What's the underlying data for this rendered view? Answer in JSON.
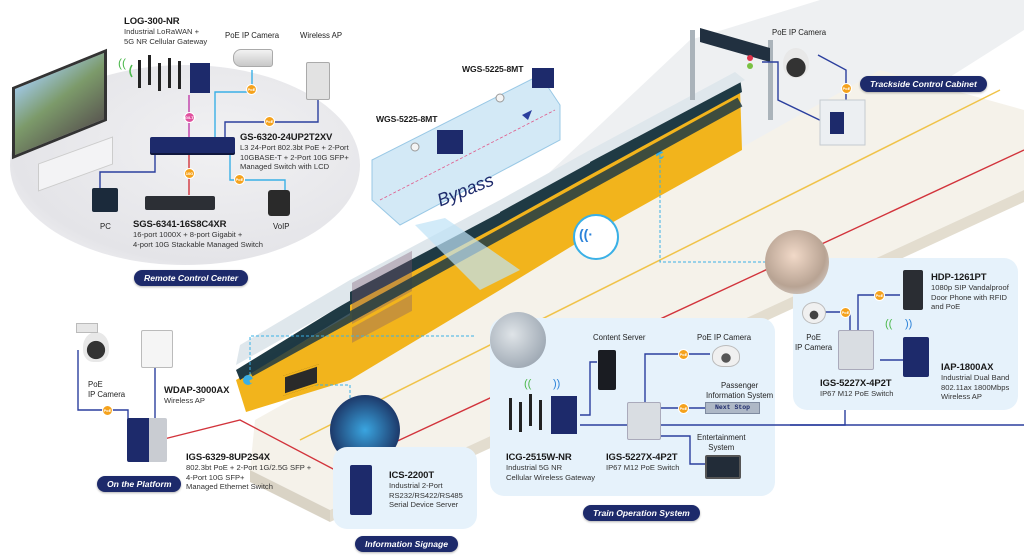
{
  "colors": {
    "pill_bg": "#1d2a6b",
    "link_blue": "#2b3f9e",
    "link_light_blue": "#3ab0e6",
    "link_red": "#d2343c",
    "link_pink": "#c03aa8",
    "poe_badge": "#f5a21c",
    "panel_bg": "#e6f2fb",
    "train_yellow": "#f2b41c",
    "train_dark": "#1f3a44"
  },
  "badges": {
    "poe": "PoE",
    "ten_g": "10G",
    "lte": "5G/LTE"
  },
  "sections": {
    "remote_control_center": "Remote Control Center",
    "trackside_control_cabinet": "Trackside Control Cabinet",
    "on_the_platform": "On the Platform",
    "information_signage": "Information Signage",
    "train_operation_system": "Train Operation System"
  },
  "remote": {
    "gateway": {
      "model": "LOG-300-NR",
      "desc": [
        "Industrial LoRaWAN +",
        "5G NR Cellular Gateway"
      ]
    },
    "camera_label": "PoE IP Camera",
    "ap_label": "Wireless AP",
    "core_switch": {
      "model": "GS-6320-24UP2T2XV",
      "desc": [
        "L3 24-Port 802.3bt PoE + 2-Port",
        "10GBASE-T + 2-Port 10G SFP+",
        "Managed Switch with LCD"
      ]
    },
    "pc_label": "PC",
    "voip_label": "VoIP",
    "stack_switch": {
      "model": "SGS-6341-16S8C4XR",
      "desc": [
        "16-port 1000X + 8-port Gigabit +",
        "4-port 10G Stackable Managed Switch"
      ]
    }
  },
  "bypass": {
    "label": "Bypass",
    "switch_a": "WGS-5225-8MT",
    "switch_b": "WGS-5225-8MT"
  },
  "trackside": {
    "camera_label": "PoE IP Camera"
  },
  "platform": {
    "camera_label": [
      "PoE",
      "IP Camera"
    ],
    "ap": {
      "model": "WDAP-3000AX",
      "desc": [
        "Wireless AP"
      ]
    },
    "switch": {
      "model": "IGS-6329-8UP2S4X",
      "desc": [
        "802.3bt PoE + 2-Port 1G/2.5G SFP +",
        "4-Port 10G SFP+",
        "Managed Ethernet Switch"
      ]
    }
  },
  "signage": {
    "server": {
      "model": "ICS-2200T",
      "desc": [
        "Industrial 2-Port",
        "RS232/RS422/RS485",
        "Serial Device Server"
      ]
    }
  },
  "train_ops": {
    "content_server": "Content Server",
    "camera_label": "PoE IP Camera",
    "pis_label": [
      "Passenger",
      "Information System"
    ],
    "pis_display": "Next Stop",
    "entertainment_label": [
      "Entertainment",
      "System"
    ],
    "gateway": {
      "model": "ICG-2515W-NR",
      "desc": [
        "Industrial 5G NR",
        "Cellular Wireless Gateway"
      ]
    },
    "switch": {
      "model": "IGS-5227X-4P2T",
      "desc": [
        "IP67 M12 PoE Switch"
      ]
    }
  },
  "station": {
    "camera_label": [
      "PoE",
      "IP Camera"
    ],
    "door_phone": {
      "model": "HDP-1261PT",
      "desc": [
        "1080p SIP Vandalproof",
        "Door Phone with RFID",
        "and PoE"
      ]
    },
    "switch": {
      "model": "IGS-5227X-4P2T",
      "desc": [
        "IP67 M12 PoE Switch"
      ]
    },
    "ap": {
      "model": "IAP-1800AX",
      "desc": [
        "Industrial Dual Band",
        "802.11ax 1800Mbps",
        "Wireless AP"
      ]
    }
  }
}
